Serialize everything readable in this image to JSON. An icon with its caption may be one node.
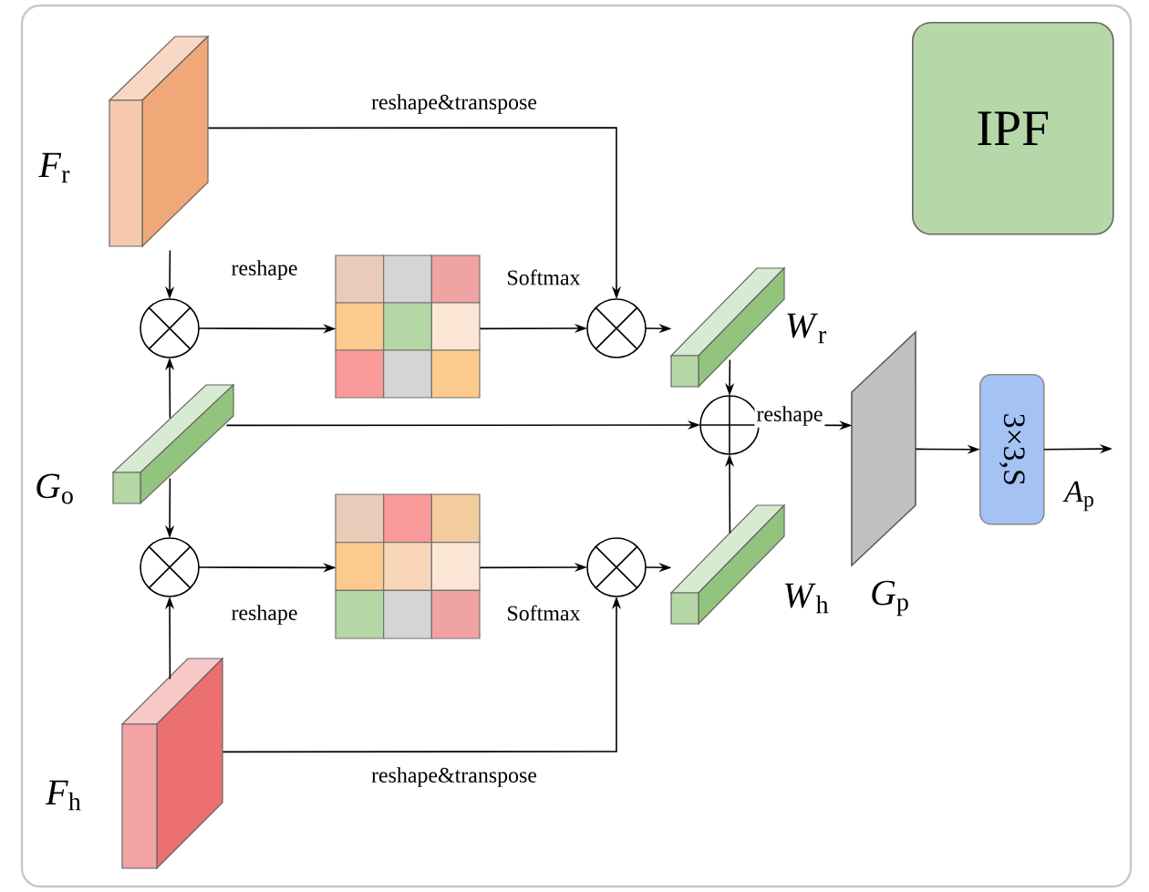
{
  "diagram": {
    "nodes": [
      {
        "text": [
          "IPF"
        ]
      },
      {
        "text": [],
        "shape": "box",
        "beside": [
          "*F*$_{r}$"
        ]
      },
      {
        "text": [],
        "shape": "circle"
      },
      {
        "text": [],
        "shape": "box"
      },
      {
        "text": [],
        "shape": "circle"
      },
      {
        "text": [],
        "shape": "box",
        "beside": [
          "*W*$_{r}$"
        ]
      },
      {
        "text": [],
        "shape": "box",
        "beside": [
          "*G*$_{o}$"
        ]
      },
      {
        "text": [],
        "shape": "circle"
      },
      {
        "text": [],
        "shape": "box",
        "beside": [
          "*G*$_{p}$"
        ]
      },
      {
        "text": [
          "3×3,S"
        ]
      },
      {
        "text": [],
        "shape": "circle"
      },
      {
        "text": [],
        "shape": "box"
      },
      {
        "text": [],
        "shape": "circle"
      },
      {
        "text": [],
        "shape": "box",
        "beside": [
          "*W*$_{h}$"
        ]
      },
      {
        "text": [],
        "shape": "box",
        "beside": [
          "*F*$_{h}$"
        ]
      }
    ],
    "edges": [
      {
        "from": 1,
        "to": 4,
        "arrow": "to",
        "label": "reshape&transpose"
      },
      {
        "from": 1,
        "to": 2,
        "arrow": "to"
      },
      {
        "from": 6,
        "to": 2,
        "arrow": "to"
      },
      {
        "from": 2,
        "to": 3,
        "arrow": "to",
        "label": "reshape"
      },
      {
        "from": 3,
        "to": 4,
        "arrow": "to",
        "label": "Softmax"
      },
      {
        "from": 4,
        "to": 5,
        "arrow": "to"
      },
      {
        "from": 5,
        "to": 7,
        "arrow": "to"
      },
      {
        "from": 6,
        "to": 7,
        "arrow": "to"
      },
      {
        "from": 13,
        "to": 7,
        "arrow": "to"
      },
      {
        "from": 7,
        "to": 8,
        "arrow": "to",
        "label": "reshape"
      },
      {
        "from": 8,
        "to": 9,
        "arrow": "to"
      },
      {
        "from": 9,
        "to": null,
        "arrow": "to",
        "label": "*A*$_{p}$"
      },
      {
        "from": 6,
        "to": 10,
        "arrow": "to"
      },
      {
        "from": 14,
        "to": 10,
        "arrow": "to"
      },
      {
        "from": 10,
        "to": 11,
        "arrow": "to",
        "label": "reshape"
      },
      {
        "from": 11,
        "to": 12,
        "arrow": "to",
        "label": "Softmax"
      },
      {
        "from": 12,
        "to": 13,
        "arrow": "to"
      },
      {
        "from": 14,
        "to": 12,
        "arrow": "to",
        "label": "reshape&transpose"
      }
    ]
  }
}
